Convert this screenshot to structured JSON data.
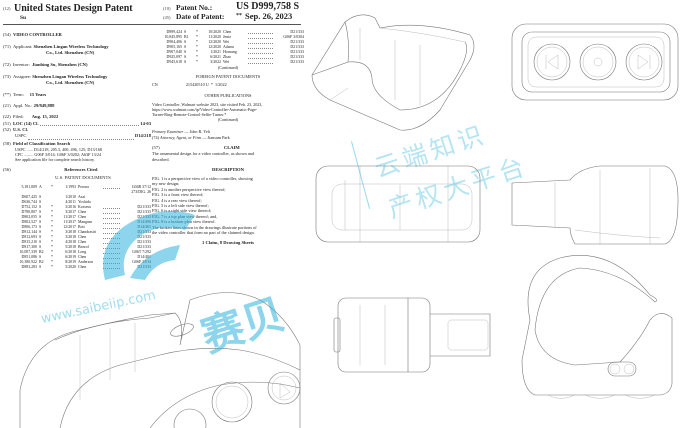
{
  "header": {
    "code12": "(12)",
    "title": "United States Design Patent",
    "inventor_short": "Su",
    "code10": "(10)",
    "patent_no_label": "Patent No.:",
    "patent_no": "US D999,758 S",
    "code45": "(45)",
    "date_label": "Date of Patent:",
    "date_mark": "**",
    "date": "Sep. 26, 2023"
  },
  "left": {
    "fields": [
      {
        "code": "(54)",
        "label": "",
        "value": "VIDEO CONTROLLER",
        "value2": ""
      },
      {
        "code": "(71)",
        "label": "Applicant:",
        "value": "Shenzhen Lingan Wireless Technology",
        "value2": "Co., Ltd. Shenzhen (CN)"
      },
      {
        "code": "(72)",
        "label": "Inventor:",
        "value": "Jianbing Su, Shenzhen (CN)",
        "value2": ""
      },
      {
        "code": "(73)",
        "label": "Assignee:",
        "value": "Shenzhen Lingan Wireless Technology",
        "value2": "Co., Ltd. Shenzhen (CN)"
      },
      {
        "code": "(**)",
        "label": "Term:",
        "value": "15 Years",
        "value2": ""
      },
      {
        "code": "(21)",
        "label": "Appl. No.:",
        "value": "29/849,888",
        "value2": ""
      },
      {
        "code": "(22)",
        "label": "Filed:",
        "value": "Aug. 15, 2022",
        "value2": ""
      }
    ],
    "loc": {
      "code": "(51)",
      "label": "LOC (14) Cl.",
      "value": "14-03"
    },
    "uscl": {
      "code": "(52)",
      "label": "U.S. Cl.",
      "sub": "USPC",
      "value": "D14/218"
    },
    "search": {
      "code": "(58)",
      "label": "Field of Classification Search",
      "lines": [
        "USPC ...... D14/218, 205.3, 400, 496, 125; D13/168",
        "CPC ......... G06F 3/014; G06F 3/0202; A63F 13/24",
        "See application file for complete search history."
      ]
    },
    "references": {
      "code": "(56)",
      "title": "References Cited",
      "subtitle": "U.S. PATENT DOCUMENTS",
      "rows": [
        {
          "no": "5,181,009",
          "kind": "A",
          "star": "*",
          "date": "1/1993",
          "name": "Perona",
          "cls": "G04B 37/12"
        },
        {
          "no": "",
          "kind": "",
          "star": "",
          "date": "",
          "name": "",
          "cls": "273/DIG. 26"
        },
        {
          "no": "D607,425",
          "kind": "S",
          "star": "",
          "date": "1/2010",
          "name": "Asai",
          "cls": ""
        },
        {
          "no": "D636,744",
          "kind": "S",
          "star": "",
          "date": "4/2011",
          "name": "Yoshida",
          "cls": ""
        },
        {
          "no": "D752,152",
          "kind": "S",
          "star": "*",
          "date": "3/2016",
          "name": "Kosseus",
          "cls": "D21/333"
        },
        {
          "no": "D780,807",
          "kind": "S",
          "star": "*",
          "date": "3/2017",
          "name": "Chen",
          "cls": "D21/333"
        },
        {
          "no": "D802,055",
          "kind": "S",
          "star": "*",
          "date": "11/2017",
          "name": "Chen",
          "cls": "D21/333"
        },
        {
          "no": "D802,527",
          "kind": "S",
          "star": "*",
          "date": "11/2017",
          "name": "Mangum",
          "cls": "D14/496"
        },
        {
          "no": "D806,173",
          "kind": "S",
          "star": "*",
          "date": "12/2017",
          "name": "Bott",
          "cls": "D14/401"
        },
        {
          "no": "D812,144",
          "kind": "S",
          "star": "*",
          "date": "3/2018",
          "name": "Chandrasiri",
          "cls": "D21/333"
        },
        {
          "no": "D812,693",
          "kind": "S",
          "star": "*",
          "date": "3/2018",
          "name": "Chen",
          "cls": "D21/333"
        },
        {
          "no": "D815,210",
          "kind": "S",
          "star": "*",
          "date": "4/2018",
          "name": "Chen",
          "cls": "D21/333"
        },
        {
          "no": "D817,300",
          "kind": "S",
          "star": "*",
          "date": "5/2018",
          "name": "Bezzol",
          "cls": "D21/333"
        },
        {
          "no": "10,007,339",
          "kind": "B2",
          "star": "*",
          "date": "6/2018",
          "name": "Long",
          "cls": "G06T 7/292"
        },
        {
          "no": "D851,086",
          "kind": "S",
          "star": "*",
          "date": "6/2019",
          "name": "Chen",
          "cls": "D14/401"
        },
        {
          "no": "10,380,922",
          "kind": "B2",
          "star": "*",
          "date": "8/2019",
          "name": "Anderson",
          "cls": "G06F 3/014"
        },
        {
          "no": "D883,283",
          "kind": "S",
          "star": "*",
          "date": "5/2020",
          "name": "Chen",
          "cls": "D21/333"
        }
      ]
    }
  },
  "right": {
    "rows": [
      {
        "no": "D899,424",
        "kind": "S",
        "star": "*",
        "date": "10/2020",
        "name": "Chen",
        "cls": "D21/333"
      },
      {
        "no": "10,845,895",
        "kind": "B1",
        "star": "*",
        "date": "11/2020",
        "name": "Jentz",
        "cls": "G06F 3/0304"
      },
      {
        "no": "D904,406",
        "kind": "S",
        "star": "*",
        "date": "12/2020",
        "name": "Wei",
        "cls": "D21/333"
      },
      {
        "no": "D905,165",
        "kind": "S",
        "star": "*",
        "date": "12/2020",
        "name": "Adams",
        "cls": "D21/333"
      },
      {
        "no": "D907,040",
        "kind": "S",
        "star": "*",
        "date": "1/2021",
        "name": "Hornung",
        "cls": "D21/333"
      },
      {
        "no": "D925,097",
        "kind": "S",
        "star": "*",
        "date": "6/2021",
        "name": "Zhao",
        "cls": "D21/333"
      },
      {
        "no": "D945,618",
        "kind": "S",
        "star": "*",
        "date": "3/2022",
        "name": "Wei",
        "cls": "D21/333"
      }
    ],
    "continued": "(Continued)",
    "foreign_title": "FOREIGN PATENT DOCUMENTS",
    "foreign": {
      "country": "CN",
      "no": "215420510 U",
      "star": "*",
      "date": "1/2022"
    },
    "other_title": "OTHER PUBLICATIONS",
    "other_lines": [
      "Video Controller, Walmart website 2023, site visited Feb. 23, 2023,",
      "https://www.walmart.com/ip/Video-Controller-Automatic-Page-",
      "Turner-Ring-Remote-Control-Selfie-Turner.*"
    ],
    "continued2": "(Continued)",
    "examiner_label": "Primary Examiner",
    "examiner": "— John R. Yeh",
    "attorney_code": "(74)",
    "attorney_label": "Attorney, Agent, or Firm",
    "attorney": "— Jiansam Park",
    "claim_code": "(57)",
    "claim_title": "CLAIM",
    "claim_lines": [
      "The ornamental design for a video controller, as shown and",
      "described."
    ],
    "description_title": "DESCRIPTION",
    "description_lines": [
      "FIG. 1 is a perspective view of a video controller, showing",
      "my new design;",
      "FIG. 2 is another perspective view thereof;",
      "FIG. 3 is a front view thereof;",
      "FIG. 4 is a rear view thereof;",
      "FIG. 5 is a left side view thereof;",
      "FIG. 6 is a right side view thereof;",
      "FIG. 7 is a top plan view thereof; and,",
      "FIG. 8 is a bottom plan view thereof.",
      "The broken lines shown in the drawings illustrate portions of",
      "the video controller that form no part of the claimed design."
    ],
    "sheets": "1 Claim, 8 Drawing Sheets"
  },
  "watermark": {
    "logo": "赛贝",
    "url": "www.saibeiip.com",
    "line1": "云端知识",
    "line2": "产权大平台",
    "color": "#2fb3de"
  }
}
